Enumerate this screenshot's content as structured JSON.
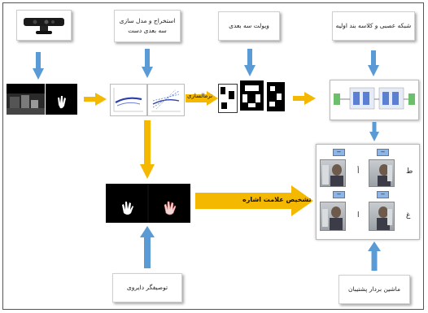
{
  "boxes": {
    "extract_label": "استخراج و مدل سازی سه بعدی دست",
    "wavelet_label": "ویولت سه بعدی",
    "nn_label": "شبکه عصبی و کلاسه بند اولیه",
    "descriptor_label": "توصیفگر دایروی",
    "svm_label": "ماشین بردار پشتیبان"
  },
  "arrows": {
    "normalize_label": "نرمالسازی",
    "recognize_label": "تشخیص علامت اشاره"
  },
  "gesture_panel": {
    "row1": {
      "letter_right": "ط",
      "letter_mid": "أ"
    },
    "row2": {
      "letter_right": "غ",
      "letter_mid": "ا"
    },
    "minus_symbol": "−"
  },
  "colors": {
    "blue_arrow": "#5b9bd5",
    "orange_arrow": "#f5b800",
    "nn_node": "#5b7fd1",
    "nn_io": "#6cc06b"
  }
}
